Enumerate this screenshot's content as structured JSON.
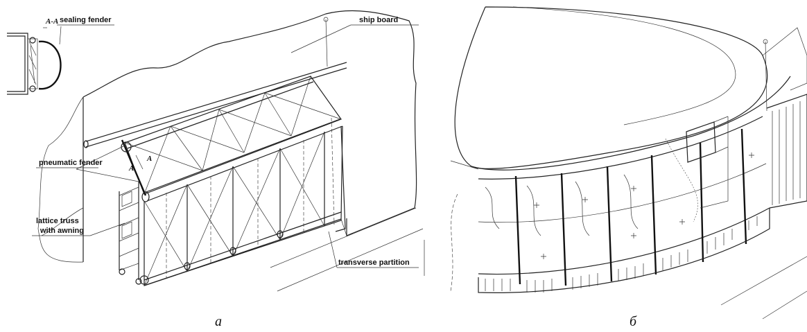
{
  "figure_a": {
    "section_mark": "A-A",
    "labels": {
      "sealing_fender": "sealing fender",
      "ship_board": "ship board",
      "pneumatic_fender": "pneumatic fender",
      "lattice_truss_line1": "lattice truss",
      "lattice_truss_line2": "with awning",
      "transverse_partition": "transverse partition"
    },
    "caption": "a"
  },
  "figure_b": {
    "caption": "б"
  }
}
